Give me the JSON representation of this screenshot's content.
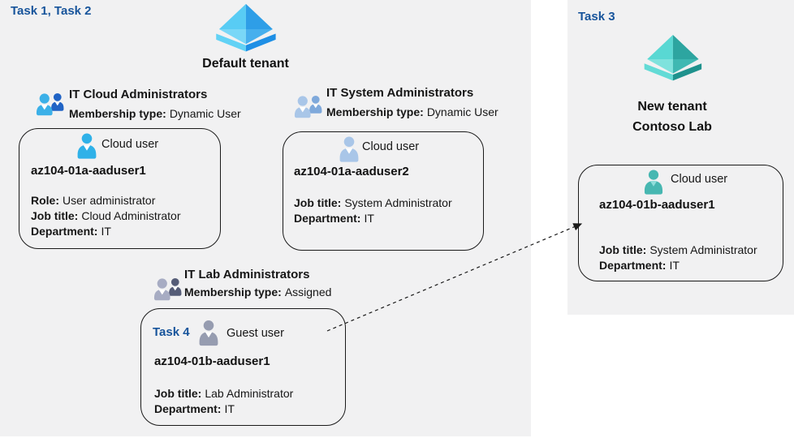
{
  "labels": {
    "task12": "Task 1, Task 2",
    "task3": "Task 3",
    "task4": "Task 4",
    "default_tenant": "Default tenant",
    "new_tenant_line1": "New tenant",
    "new_tenant_line2": "Contoso Lab"
  },
  "groups": [
    {
      "name": "IT Cloud Administrators",
      "membership_label": "Membership type:",
      "membership_value": "Dynamic User"
    },
    {
      "name": "IT System Administrators",
      "membership_label": "Membership type:",
      "membership_value": "Dynamic User"
    },
    {
      "name": "IT Lab Administrators",
      "membership_label": "Membership type:",
      "membership_value": "Assigned"
    }
  ],
  "users": [
    {
      "type_label": "Cloud user",
      "name": "az104-01a-aaduser1",
      "rows": [
        {
          "label": "Role:",
          "value": "User administrator"
        },
        {
          "label": "Job title:",
          "value": "Cloud Administrator"
        },
        {
          "label": "Department:",
          "value": "IT"
        }
      ]
    },
    {
      "type_label": "Cloud user",
      "name": "az104-01a-aaduser2",
      "rows": [
        {
          "label": "Job title:",
          "value": "System Administrator"
        },
        {
          "label": "Department:",
          "value": "IT"
        }
      ]
    },
    {
      "type_label": "Guest user",
      "name": "az104-01b-aaduser1",
      "rows": [
        {
          "label": "Job title:",
          "value": "Lab Administrator"
        },
        {
          "label": "Department:",
          "value": "IT"
        }
      ]
    },
    {
      "type_label": "Cloud user",
      "name": "az104-01b-aaduser1",
      "rows": [
        {
          "label": "Job title:",
          "value": "System Administrator"
        },
        {
          "label": "Department:",
          "value": "IT"
        }
      ]
    }
  ],
  "colors": {
    "task_blue": "#17549B",
    "panel_bg": "#F1F1F2",
    "text": "#161616",
    "box_border": "#1A1A1A",
    "arrow": "#1A1A1A",
    "white": "#FFFFFF",
    "person_cloud_blue": "#2FB1E8",
    "person_steel": "#A9C6E8",
    "person_gray": "#969CB0",
    "person_teal": "#47B7B1",
    "person_teal_v": "#8FDEDA",
    "grp1_front": "#3BB0E8",
    "grp1_back": "#2063C5",
    "grp2_front": "#A9C6E8",
    "grp2_back": "#7FA9DB",
    "grp3_front": "#A7ACC3",
    "grp3_back": "#555C77",
    "t1_tl": "#58CCF4",
    "t1_tr": "#2E9EE7",
    "t1_bl": "#79D7F7",
    "t1_br": "#47AFED",
    "t1_rl": "#62D2F5",
    "t1_rr": "#1E8FE5",
    "t2_tl": "#59D8D3",
    "t2_tr": "#2DA5A0",
    "t2_bl": "#7FE2DD",
    "t2_br": "#3FB8B2",
    "t2_rl": "#63DBD6",
    "t2_rr": "#1F928D"
  }
}
